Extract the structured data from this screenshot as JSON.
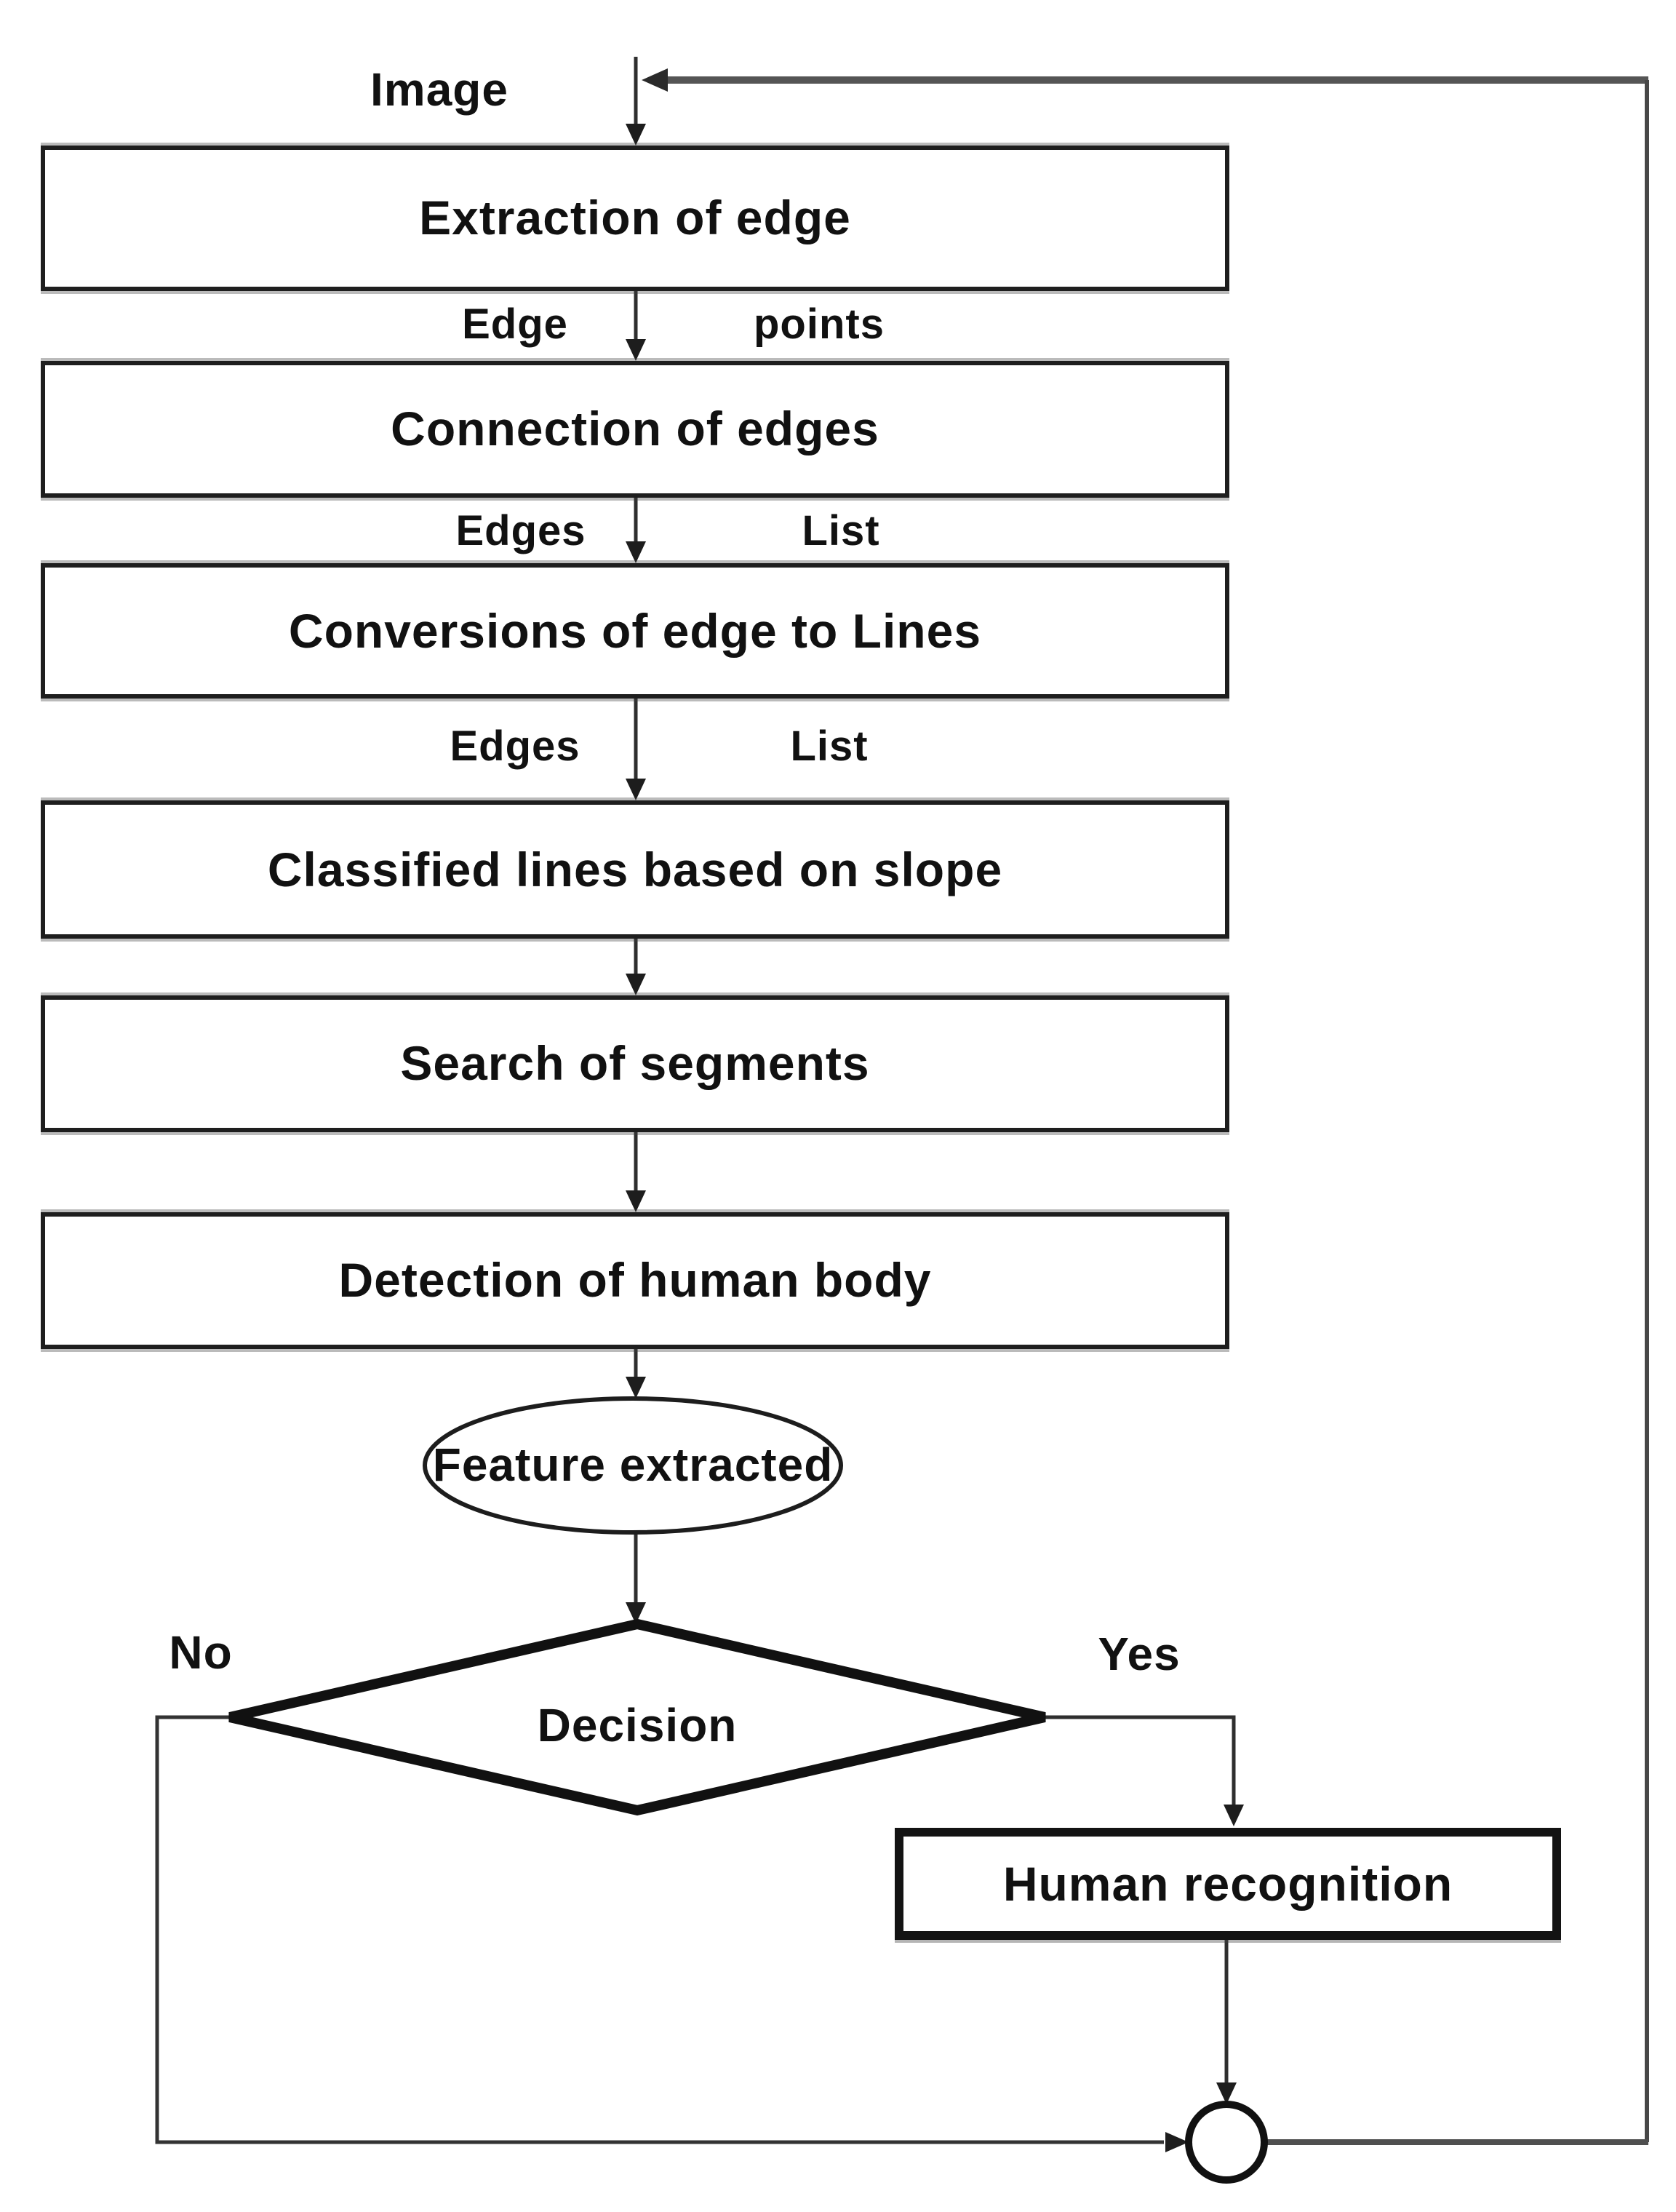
{
  "flowchart": {
    "input_label": "Image",
    "boxes": [
      {
        "label": "Extraction of edge"
      },
      {
        "label": "Connection of edges"
      },
      {
        "label": "Conversions of edge to Lines"
      },
      {
        "label": "Classified lines based on slope"
      },
      {
        "label": "Search of segments"
      },
      {
        "label": "Detection of human body"
      }
    ],
    "arrow_labels": [
      {
        "left": "Edge",
        "right": "points"
      },
      {
        "left": "Edges",
        "right": "List"
      },
      {
        "left": "Edges",
        "right": "List"
      }
    ],
    "ellipse": {
      "label": "Feature extracted"
    },
    "decision": {
      "label": "Decision",
      "no": "No",
      "yes": "Yes"
    },
    "result_box": {
      "label": "Human recognition"
    },
    "colors": {
      "ink": "#111111",
      "line": "#3a3a3a",
      "feedback_line": "#555555",
      "background": "#ffffff"
    }
  }
}
